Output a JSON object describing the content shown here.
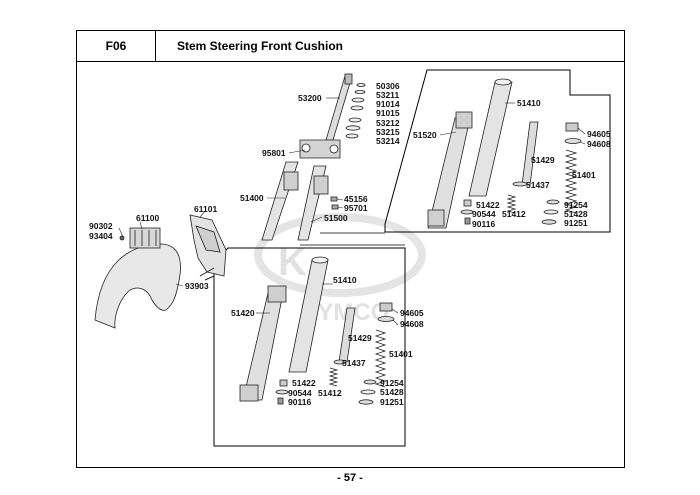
{
  "header": {
    "code": "F06",
    "title": "Stem Steering  Front Cushion"
  },
  "footer": {
    "page": "- 57 -"
  },
  "watermark": {
    "brand": "KYMCO"
  },
  "parts": {
    "p50306": "50306",
    "p53211": "53211",
    "p91014": "91014",
    "p91015": "91015",
    "p53200": "53200",
    "p53212": "53212",
    "p53215": "53215",
    "p53214": "53214",
    "p95801": "95801",
    "p51400": "51400",
    "p45156": "45156",
    "p95701": "95701",
    "p51500": "51500",
    "p61101": "61101",
    "p61100": "61100",
    "p90302": "90302",
    "p93404": "93404",
    "p93903": "93903",
    "r51410": "51410",
    "r51520": "51520",
    "r94605": "94605",
    "r94608": "94608",
    "r51429": "51429",
    "r51401": "51401",
    "r51437": "51437",
    "r51422": "51422",
    "r90544": "90544",
    "r51412": "51412",
    "r90116": "90116",
    "r91254": "91254",
    "r91428": "51428",
    "r91251": "91251",
    "l51410": "51410",
    "l51420": "51420",
    "l94605": "94605",
    "l94608": "94608",
    "l51429": "51429",
    "l51401": "51401",
    "l51437": "51437",
    "l51422": "51422",
    "l90544": "90544",
    "l51412": "51412",
    "l90116": "90116",
    "l91254": "91254",
    "l51428": "51428",
    "l91251": "91251"
  }
}
